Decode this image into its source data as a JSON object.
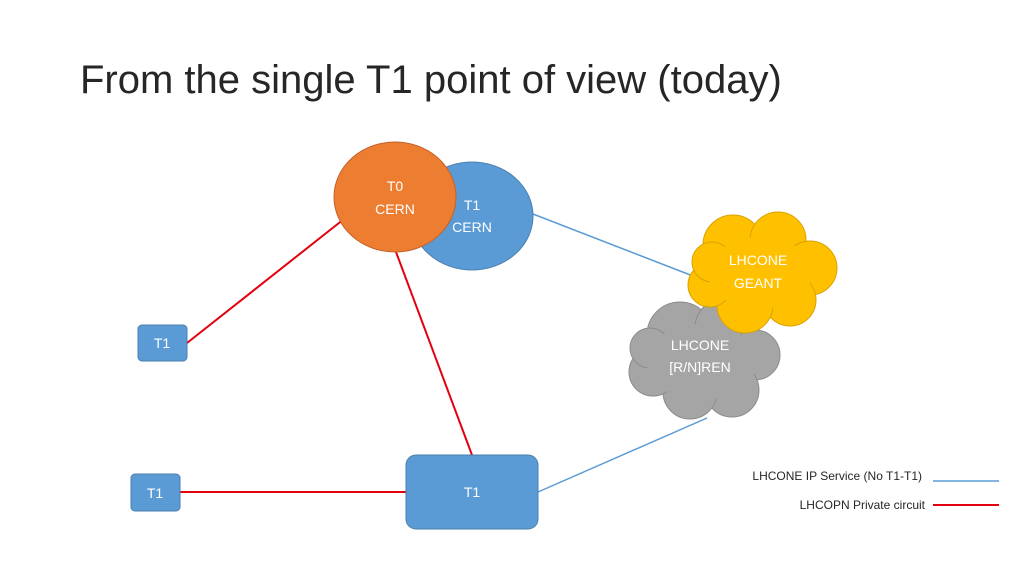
{
  "slide": {
    "title": "From the single T1 point of view (today)"
  },
  "nodes": {
    "t0_cern": {
      "line1": "T0",
      "line2": "CERN",
      "color": "#ED7D31"
    },
    "t1_cern": {
      "line1": "T1",
      "line2": "CERN",
      "color": "#5B9BD5"
    },
    "lhcone_geant": {
      "line1": "LHCONE",
      "line2": "GEANT",
      "color": "#FFC000"
    },
    "lhcone_rnren": {
      "line1": "LHCONE",
      "line2": "[R/N]REN",
      "color": "#A5A5A5"
    },
    "t1_left_upper": {
      "label": "T1",
      "color": "#5B9BD5"
    },
    "t1_left_lower": {
      "label": "T1",
      "color": "#5B9BD5"
    },
    "t1_main": {
      "label": "T1",
      "color": "#5B9BD5"
    }
  },
  "legend": {
    "lhcone": {
      "label": "LHCONE IP Service (No T1-T1)",
      "color": "#5B9BD5"
    },
    "lhcopn": {
      "label": "LHCOPN Private circuit",
      "color": "#E3000F"
    }
  }
}
